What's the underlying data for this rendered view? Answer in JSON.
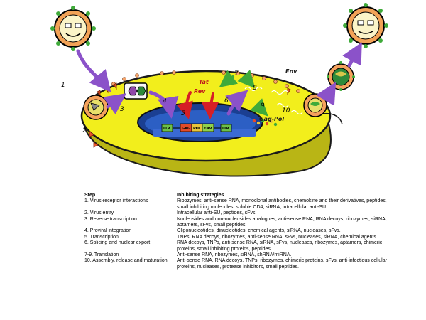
{
  "diagram": {
    "step_numbers": [
      "1",
      "2",
      "3",
      "4",
      "5",
      "6",
      "7",
      "8",
      "9",
      "10"
    ],
    "labels": {
      "tat": "Tat",
      "rev": "Rev",
      "env": "Env",
      "gag_pol": "Gag-Pol",
      "ltr_left": "LTR",
      "ltr_right": "LTR",
      "gag": "GAG",
      "pol": "POL",
      "env_gene": "ENV"
    },
    "colors": {
      "cell": "#f2ee1c",
      "cell_outline": "#1a1a1a",
      "membrane": "#f6a46b",
      "nucleus": "#1b3f92",
      "arrow_purple": "#8b52c9",
      "arrow_red": "#d61f26",
      "arrow_green": "#3faa3a",
      "virus": "#f5a25d"
    },
    "icons": [
      "virus-face-icon",
      "virus-particle-icon",
      "capsid-icon",
      "receptor-icon"
    ]
  },
  "table": {
    "header": {
      "step": "Step",
      "strategy": "Inhibiting strategies"
    },
    "rows": [
      {
        "step": "1. Virus-receptor interactions",
        "strategy": "Ribozymes, anti-sense RNA, monoclonal antibodies, chemokine and their derivatives, peptides, small inhibiting molecules, soluble CD4, siRNA, intracellular anti-SU."
      },
      {
        "step": "2. Virus entry",
        "strategy": "Intracellular anti-SU, peptides, sFvs."
      },
      {
        "step": "3. Reverse transcription",
        "strategy": "Nucleosides and non-nucleosides analogues, anti-sense RNA, RNA decoys, ribozymes, siRNA, aptamers, sFvs, small peptides."
      },
      {
        "step": "4. Proviral integration",
        "strategy": "Oligonucleotides, dinucleotides, chemical agents, siRNA, nucleases, sFvs."
      },
      {
        "step": "5. Transcription",
        "strategy": "TNPs, RNA decoys, ribozymes, anti-sense RNA, sFvs, nucleases, siRNA, chemical agents."
      },
      {
        "step": "6. Splicing and nuclear export",
        "strategy": "RNA decoys, TNPs, anti-sense RNA, siRNA, sFvs, nucleases, ribozymes, aptamers, chimeric proteins, small inhibiting proteins, peptides."
      },
      {
        "step": "7-9. Translation",
        "strategy": "Anti-sense RNA, ribozymes, siRNA, shRNA/miRNA."
      },
      {
        "step": "10. Assembly, release and maturation",
        "strategy": "Anti-sense RNA, RNA decoys, TNPs, ribozymes, chimeric proteins, sFvs, anti-infectious cellular proteins, nucleases, protease inhibitors, small peptides."
      }
    ]
  }
}
